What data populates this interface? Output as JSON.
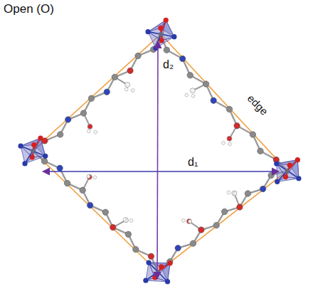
{
  "diagram": {
    "title": "Open (O)",
    "labels": [
      "d₂",
      "edge",
      "d₁"
    ]
  }
}
